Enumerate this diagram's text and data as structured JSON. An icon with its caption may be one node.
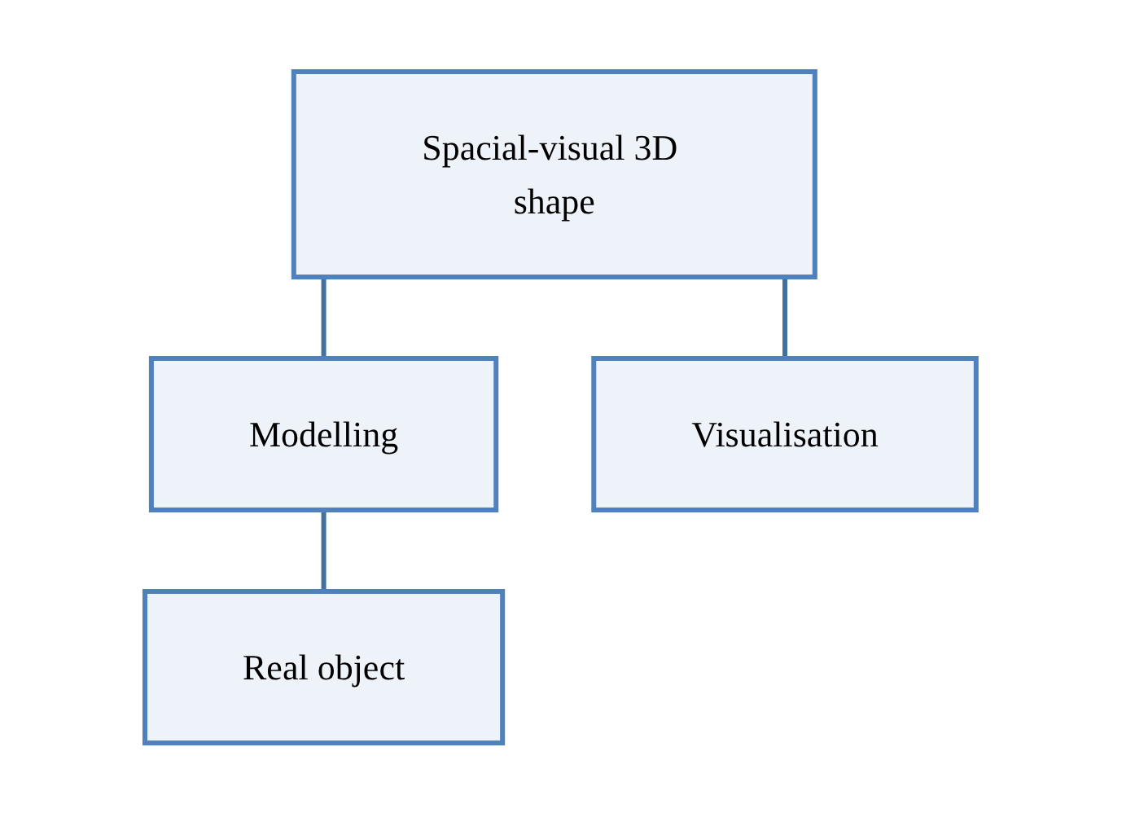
{
  "diagram": {
    "nodes": [
      {
        "text": [
          "Spacial-visual 3D shape"
        ]
      },
      {
        "text": [
          "Modelling"
        ]
      },
      {
        "text": [
          "Visualisation"
        ]
      },
      {
        "text": [
          "Real object"
        ]
      }
    ],
    "edges": [
      {
        "from": 0,
        "to": 1,
        "arrow": "none"
      },
      {
        "from": 0,
        "to": 2,
        "arrow": "none"
      },
      {
        "from": 1,
        "to": 3,
        "arrow": "none"
      }
    ]
  }
}
